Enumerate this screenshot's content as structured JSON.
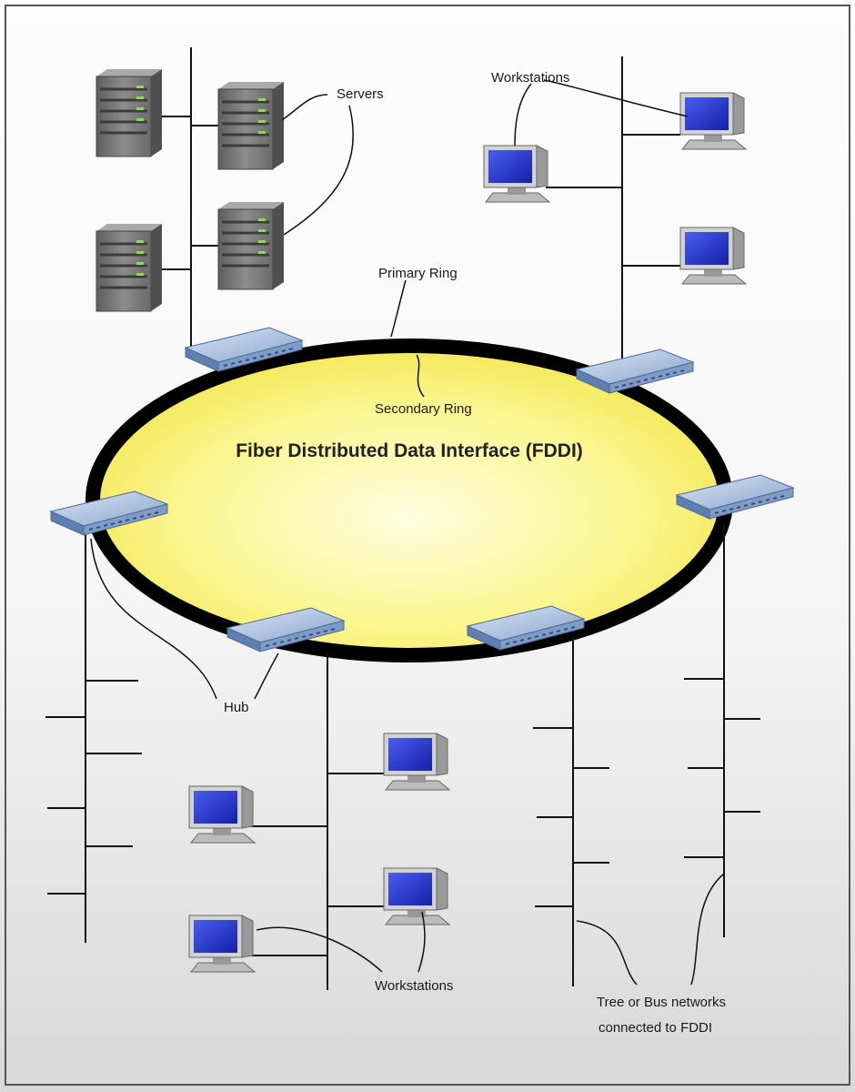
{
  "title": "Fiber Distributed Data Interface (FDDI)",
  "labels": {
    "servers": "Servers",
    "workstations_top": "Workstations",
    "primary_ring": "Primary Ring",
    "secondary_ring": "Secondary Ring",
    "hub": "Hub",
    "workstations_bottom": "Workstations",
    "tree_bus_line1": "Tree or Bus networks",
    "tree_bus_line2": "connected to FDDI"
  },
  "colors": {
    "ring_fill": "#fbf37a",
    "ring_stroke": "#000000",
    "hub": "#9fb5d6",
    "screen": "#2233cc",
    "server": "#7a7a7a"
  }
}
